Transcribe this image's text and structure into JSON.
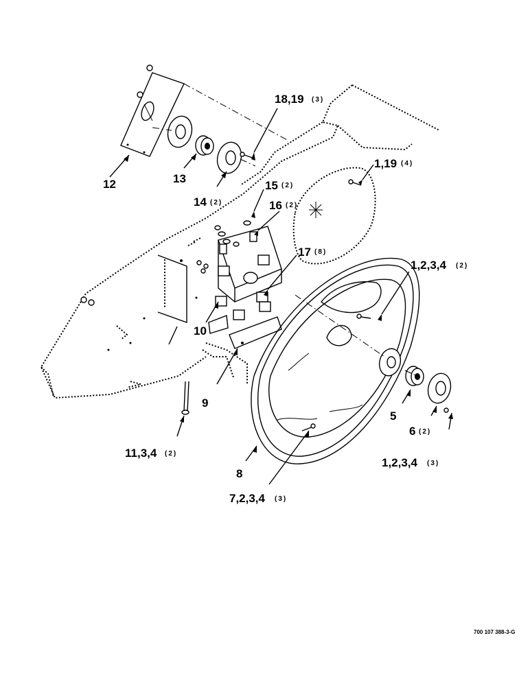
{
  "figure": {
    "drawing_number": "700 107 388-3-G"
  },
  "callouts": [
    {
      "id": "c12",
      "text": "12",
      "qty": ""
    },
    {
      "id": "c13",
      "text": "13",
      "qty": ""
    },
    {
      "id": "c14",
      "text": "14",
      "qty": "(2)"
    },
    {
      "id": "c18",
      "text": "18,19",
      "qty": "(3)"
    },
    {
      "id": "c15",
      "text": "15",
      "qty": "(2)"
    },
    {
      "id": "c16",
      "text": "16",
      "qty": "(2)"
    },
    {
      "id": "c1a",
      "text": "1,19",
      "qty": "(4)"
    },
    {
      "id": "c17",
      "text": "17",
      "qty": "(8)"
    },
    {
      "id": "c1b",
      "text": "1,2,3,4",
      "qty": "(2)"
    },
    {
      "id": "c10",
      "text": "10",
      "qty": ""
    },
    {
      "id": "c9",
      "text": "9",
      "qty": ""
    },
    {
      "id": "c5",
      "text": "5",
      "qty": ""
    },
    {
      "id": "c6",
      "text": "6",
      "qty": "(2)"
    },
    {
      "id": "c1c",
      "text": "1,2,3,4",
      "qty": "(3)"
    },
    {
      "id": "c11",
      "text": "11,3,4",
      "qty": "(2)"
    },
    {
      "id": "c8",
      "text": "8",
      "qty": ""
    },
    {
      "id": "c7",
      "text": "7,2,3,4",
      "qty": "(3)"
    }
  ]
}
